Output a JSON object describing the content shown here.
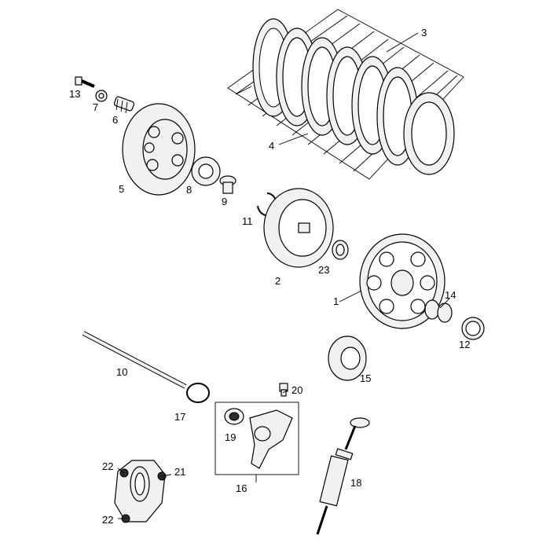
{
  "callouts": [
    {
      "id": "c1",
      "text": "1"
    },
    {
      "id": "c2",
      "text": "2"
    },
    {
      "id": "c3",
      "text": "3"
    },
    {
      "id": "c4",
      "text": "4"
    },
    {
      "id": "c5",
      "text": "5"
    },
    {
      "id": "c6",
      "text": "6"
    },
    {
      "id": "c7",
      "text": "7"
    },
    {
      "id": "c8",
      "text": "8"
    },
    {
      "id": "c9",
      "text": "9"
    },
    {
      "id": "c10",
      "text": "10"
    },
    {
      "id": "c11",
      "text": "11"
    },
    {
      "id": "c12",
      "text": "12"
    },
    {
      "id": "c13",
      "text": "13"
    },
    {
      "id": "c14",
      "text": "14"
    },
    {
      "id": "c15",
      "text": "15"
    },
    {
      "id": "c16",
      "text": "16"
    },
    {
      "id": "c17",
      "text": "17"
    },
    {
      "id": "c18",
      "text": "18"
    },
    {
      "id": "c19",
      "text": "19"
    },
    {
      "id": "c20",
      "text": "20"
    },
    {
      "id": "c21",
      "text": "21"
    },
    {
      "id": "c22a",
      "text": "22"
    },
    {
      "id": "c22b",
      "text": "22"
    },
    {
      "id": "c23",
      "text": "23"
    }
  ]
}
